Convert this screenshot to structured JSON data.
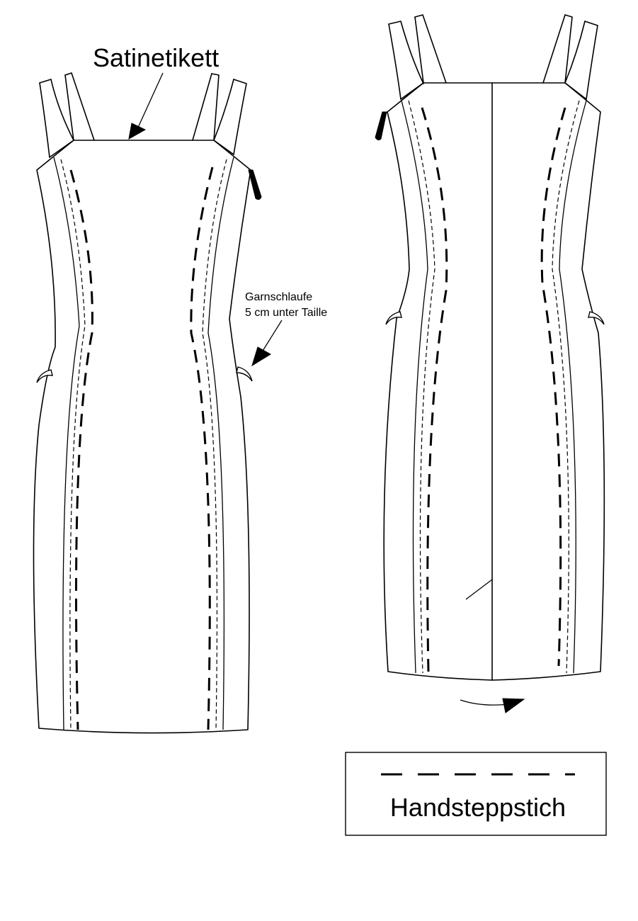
{
  "labels": {
    "satin_label": "Satinetikett",
    "thread_loop_line1": "Garnschlaufe",
    "thread_loop_line2": "5 cm unter Taille"
  },
  "legend": {
    "hand_stitch": "Handsteppstich"
  }
}
